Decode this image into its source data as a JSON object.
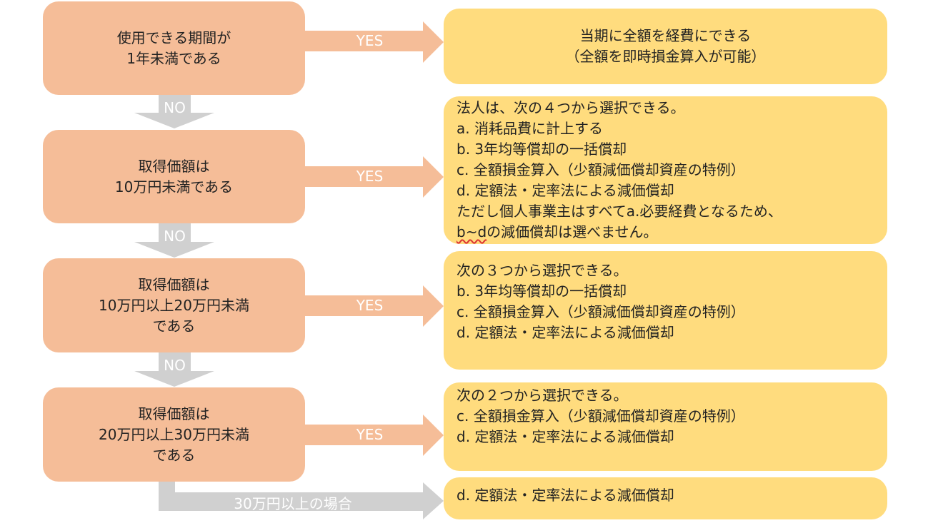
{
  "conditions": [
    {
      "lines": [
        "使用できる期間が",
        "1年未満である"
      ]
    },
    {
      "lines": [
        "取得価額は",
        "10万円未満である"
      ]
    },
    {
      "lines": [
        "取得価額は",
        "10万円以上20万円未満",
        "である"
      ]
    },
    {
      "lines": [
        "取得価額は",
        "20万円以上30万円未満",
        "である"
      ]
    }
  ],
  "results": [
    {
      "lines": [
        "当期に全額を経費にできる",
        "（全額を即時損金算入が可能）"
      ]
    },
    {
      "lines": [
        "法人は、次の４つから選択できる。",
        "a.  消耗品費に計上する",
        "b.  3年均等償却の一括償却",
        "c.  全額損金算入（少額減価償却資産の特例）",
        "d.  定額法・定率法による減価償却",
        "ただし個人事業主はすべてa.必要経費となるため、",
        "の減価償却は選べません。"
      ],
      "wavy_prefix": "b~d"
    },
    {
      "lines": [
        "次の３つから選択できる。",
        "b.   3年均等償却の一括償却",
        "c.  全額損金算入（少額減価償却資産の特例）",
        "d.  定額法・定率法による減価償却"
      ]
    },
    {
      "lines": [
        "次の２つから選択できる。",
        "c.  全額損金算入（少額減価償却資産の特例）",
        "d.  定額法・定率法による減価償却"
      ]
    },
    {
      "lines": [
        "d.  定額法・定率法による減価償却"
      ]
    }
  ],
  "arrows": {
    "yes": "YES",
    "no": "NO",
    "over30": "30万円以上の場合"
  },
  "colors": {
    "condition": "#F5BD98",
    "result": "#FFDC7E",
    "yes_arrow": "#F5BD98",
    "no_arrow": "#D0D0D0"
  }
}
